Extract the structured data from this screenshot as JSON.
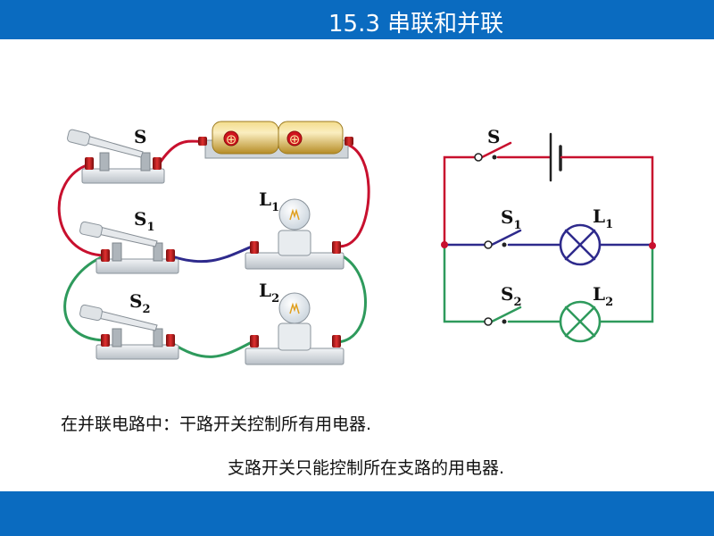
{
  "slide": {
    "title": "15.3 串联和并联",
    "colors": {
      "header": "#0a6bc0",
      "red_wire": "#c8102e",
      "blue_wire": "#2e2a8c",
      "green_wire": "#2e9a5c"
    }
  },
  "real_circuit": {
    "switch_main": {
      "letter": "S",
      "sub": ""
    },
    "switch_1": {
      "letter": "S",
      "sub": "1"
    },
    "switch_2": {
      "letter": "S",
      "sub": "2"
    },
    "lamp_1": {
      "letter": "L",
      "sub": "1"
    },
    "lamp_2": {
      "letter": "L",
      "sub": "2"
    },
    "battery_symbol": "⊕"
  },
  "schematic": {
    "switch_main": {
      "letter": "S",
      "sub": ""
    },
    "switch_1": {
      "letter": "S",
      "sub": "1"
    },
    "switch_2": {
      "letter": "S",
      "sub": "2"
    },
    "lamp_1": {
      "letter": "L",
      "sub": "1"
    },
    "lamp_2": {
      "letter": "L",
      "sub": "2"
    }
  },
  "caption": {
    "line1": "在并联电路中：干路开关控制所有用电器.",
    "line2": "支路开关只能控制所在支路的用电器."
  }
}
